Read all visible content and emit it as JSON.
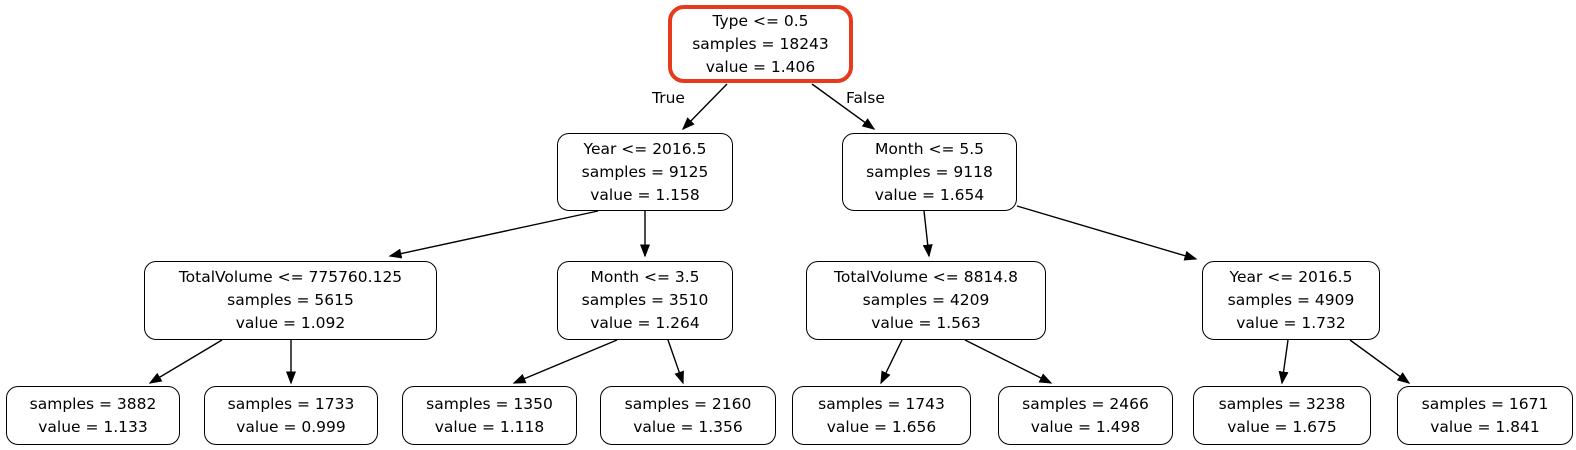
{
  "diagram_type": "decision-tree",
  "colors": {
    "background": "#ffffff",
    "node_border": "#000000",
    "root_node_border": "#e7391b",
    "edge": "#000000",
    "text": "#000000"
  },
  "edge_labels": {
    "left": "True",
    "right": "False"
  },
  "tree": {
    "root": {
      "condition": "Type <= 0.5",
      "samples": "samples = 18243",
      "value": "value = 1.406"
    },
    "level2": [
      {
        "condition": "Year <= 2016.5",
        "samples": "samples = 9125",
        "value": "value = 1.158"
      },
      {
        "condition": "Month <= 5.5",
        "samples": "samples = 9118",
        "value": "value = 1.654"
      }
    ],
    "level3": [
      {
        "condition": "TotalVolume <= 775760.125",
        "samples": "samples = 5615",
        "value": "value = 1.092"
      },
      {
        "condition": "Month <= 3.5",
        "samples": "samples = 3510",
        "value": "value = 1.264"
      },
      {
        "condition": "TotalVolume <= 8814.8",
        "samples": "samples = 4209",
        "value": "value = 1.563"
      },
      {
        "condition": "Year <= 2016.5",
        "samples": "samples = 4909",
        "value": "value = 1.732"
      }
    ],
    "leaves": [
      {
        "samples": "samples = 3882",
        "value": "value = 1.133"
      },
      {
        "samples": "samples = 1733",
        "value": "value = 0.999"
      },
      {
        "samples": "samples = 1350",
        "value": "value = 1.118"
      },
      {
        "samples": "samples = 2160",
        "value": "value = 1.356"
      },
      {
        "samples": "samples = 1743",
        "value": "value = 1.656"
      },
      {
        "samples": "samples = 2466",
        "value": "value = 1.498"
      },
      {
        "samples": "samples = 3238",
        "value": "value = 1.675"
      },
      {
        "samples": "samples = 1671",
        "value": "value = 1.841"
      }
    ]
  }
}
